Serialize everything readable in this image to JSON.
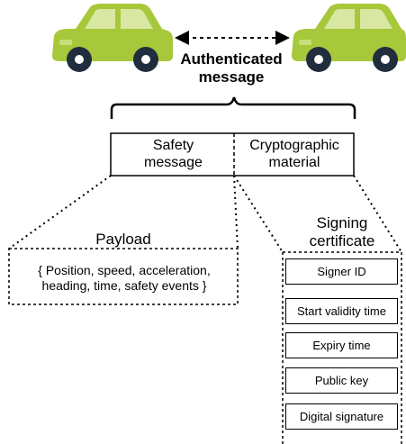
{
  "arrow_label": "Authenticated message",
  "message": {
    "safety": "Safety message",
    "crypto": "Cryptographic material"
  },
  "payload": {
    "title": "Payload",
    "content": "{ Position, speed, acceleration, heading, time, safety events }"
  },
  "certificate": {
    "title": "Signing certificate",
    "items": [
      "Signer ID",
      "Start validity time",
      "Expiry time",
      "Public key",
      "Digital signature"
    ]
  },
  "colors": {
    "car_body": "#a6c83a",
    "car_window": "#d9e7a3",
    "wheel": "#1f2d3d",
    "hubcap": "#ffffff"
  }
}
